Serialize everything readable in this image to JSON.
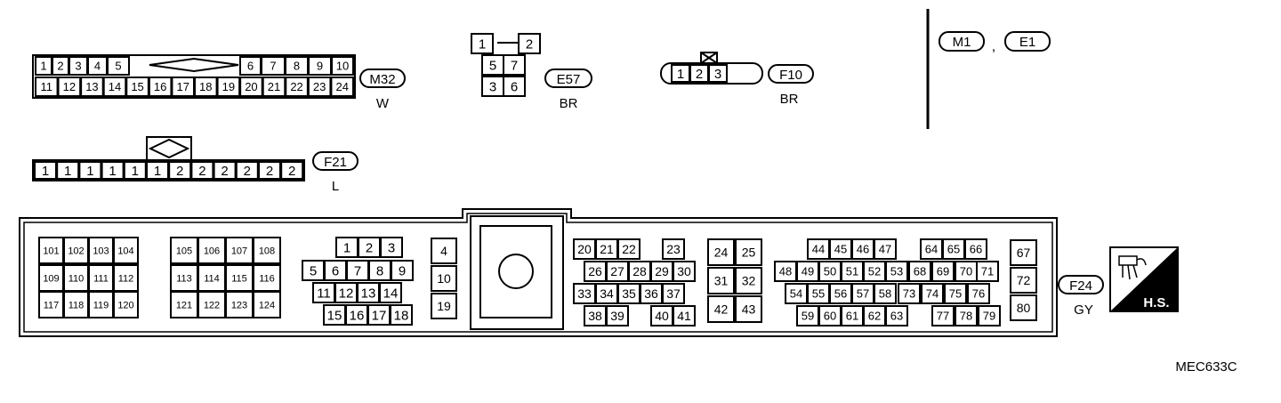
{
  "connectors": {
    "m32": {
      "id": "M32",
      "color": "W",
      "top_row": [
        "1",
        "2",
        "3",
        "4",
        "5",
        "6",
        "7",
        "8",
        "9",
        "10"
      ],
      "bottom_row": [
        "11",
        "12",
        "13",
        "14",
        "15",
        "16",
        "17",
        "18",
        "19",
        "20",
        "21",
        "22",
        "23",
        "24"
      ]
    },
    "e57": {
      "id": "E57",
      "color": "BR",
      "rows": [
        [
          "1",
          "2"
        ],
        [
          "5",
          "7"
        ],
        [
          "3",
          "6"
        ]
      ]
    },
    "f10": {
      "id": "F10",
      "color": "BR",
      "pins": [
        "1",
        "2",
        "3"
      ]
    },
    "f21": {
      "id": "F21",
      "color": "L",
      "pins": [
        "1",
        "1",
        "1",
        "1",
        "1",
        "1",
        "2",
        "2",
        "2",
        "2",
        "2",
        "2"
      ]
    },
    "f24": {
      "id": "F24",
      "color": "GY",
      "grid_a": [
        [
          "101",
          "102",
          "103",
          "104"
        ],
        [
          "109",
          "110",
          "111",
          "112"
        ],
        [
          "117",
          "118",
          "119",
          "120"
        ]
      ],
      "grid_b": [
        [
          "105",
          "106",
          "107",
          "108"
        ],
        [
          "113",
          "114",
          "115",
          "116"
        ],
        [
          "121",
          "122",
          "123",
          "124"
        ]
      ],
      "grid_c": [
        [
          "1",
          "2",
          "3"
        ],
        [
          "5",
          "6",
          "7",
          "8",
          "9"
        ],
        [
          "11",
          "12",
          "13",
          "14"
        ],
        [
          "15",
          "16",
          "17",
          "18"
        ]
      ],
      "col_d": [
        "4",
        "10",
        "19"
      ],
      "grid_e": [
        [
          "20",
          "21",
          "22",
          "23"
        ],
        [
          "26",
          "27",
          "28",
          "29",
          "30"
        ],
        [
          "33",
          "34",
          "35",
          "36",
          "37"
        ],
        [
          "38",
          "39",
          "40",
          "41"
        ]
      ],
      "grid_f": [
        [
          "24",
          "25"
        ],
        [
          "31",
          "32"
        ],
        [
          "42",
          "43"
        ]
      ],
      "grid_g": [
        [
          "44",
          "45",
          "46",
          "47",
          "64",
          "65",
          "66"
        ],
        [
          "48",
          "49",
          "50",
          "51",
          "52",
          "53",
          "68",
          "69",
          "70",
          "71"
        ],
        [
          "54",
          "55",
          "56",
          "57",
          "58",
          "73",
          "74",
          "75",
          "76"
        ],
        [
          "59",
          "60",
          "61",
          "62",
          "63",
          "77",
          "78",
          "79"
        ]
      ],
      "col_h": [
        "67",
        "72",
        "80"
      ]
    }
  },
  "applies_to": {
    "labels": [
      "M1",
      "E1"
    ],
    "separator": ","
  },
  "hs_badge": {
    "label": "H.S.",
    "icon": "harness-side-icon"
  },
  "figure_code": "MEC633C"
}
